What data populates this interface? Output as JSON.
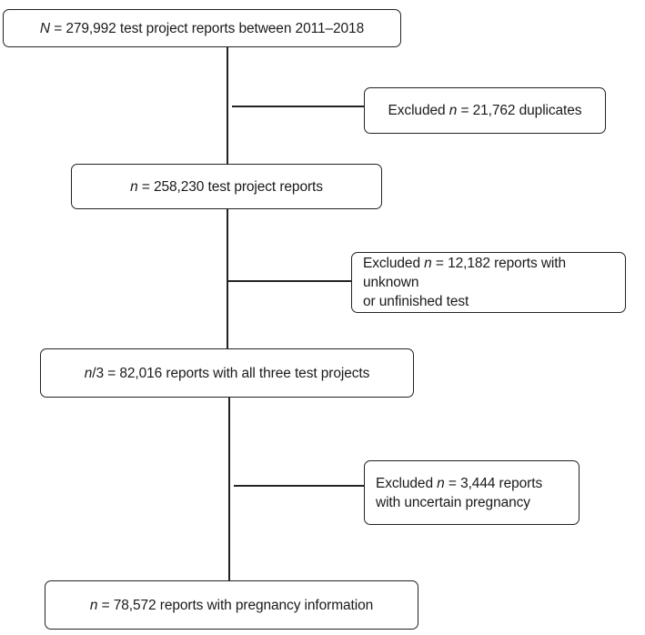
{
  "flowchart": {
    "boxes": [
      {
        "id": "start",
        "var": "N",
        "text": " = 279,992 test project reports between 2011–2018"
      },
      {
        "id": "excl1",
        "prefix": "Excluded ",
        "var": "n",
        "text": " = 21,762 duplicates"
      },
      {
        "id": "step2",
        "var": "n",
        "text": " = 258,230 test project reports"
      },
      {
        "id": "excl2",
        "prefix": "Excluded ",
        "var": "n",
        "text": " = 12,182 reports with unknown\nor unfinished test"
      },
      {
        "id": "step3",
        "var": "n",
        "text": "/3 = 82,016 reports with all three test projects"
      },
      {
        "id": "excl3",
        "prefix": "Excluded ",
        "var": "n",
        "text": " = 3,444 reports\nwith uncertain pregnancy"
      },
      {
        "id": "final",
        "var": "n",
        "text": " = 78,572 reports with pregnancy information"
      }
    ]
  }
}
